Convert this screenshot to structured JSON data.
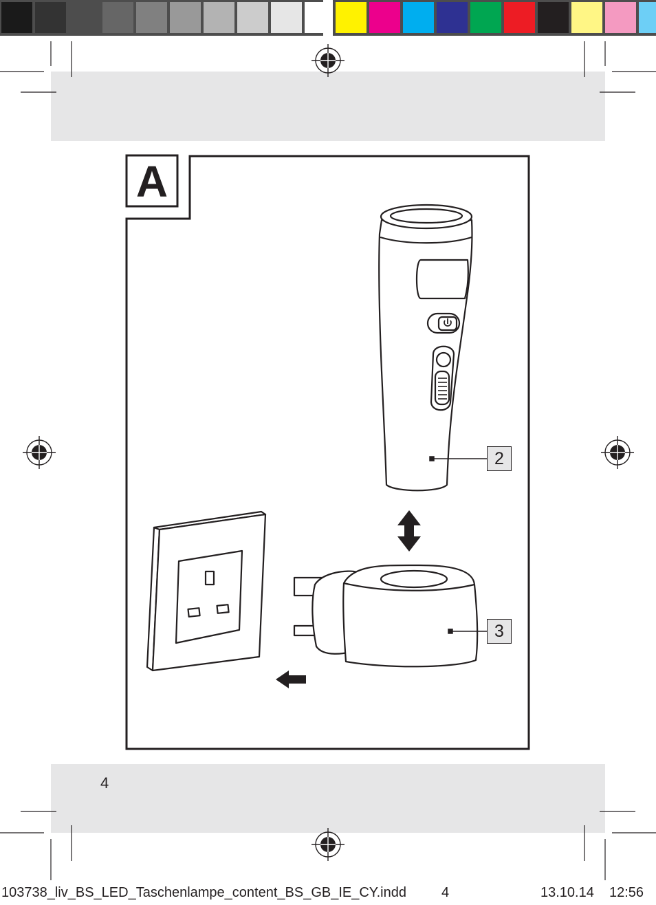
{
  "colors": {
    "grays": [
      "#1a1a1a",
      "#333333",
      "#4d4d4d",
      "#666666",
      "#808080",
      "#999999",
      "#b3b3b3",
      "#cccccc",
      "#e6e6e6",
      "#ffffff"
    ],
    "process": [
      "#fff200",
      "#ec008c",
      "#00aeef",
      "#2e3192",
      "#00a651",
      "#ed1c24",
      "#231f20",
      "#fff685",
      "#f49ac1",
      "#6dcff6"
    ],
    "panel": "#e6e6e7",
    "ink": "#231f20"
  },
  "figure": {
    "letter": "A",
    "callouts": [
      {
        "number": "2",
        "item": "flashlight"
      },
      {
        "number": "3",
        "item": "charging-adapter"
      }
    ]
  },
  "page": {
    "number": "4"
  },
  "slug": {
    "filename": "103738_liv_BS_LED_Taschenlampe_content_BS_GB_IE_CY.indd",
    "page": "4",
    "date": "13.10.14",
    "time": "12:56"
  }
}
